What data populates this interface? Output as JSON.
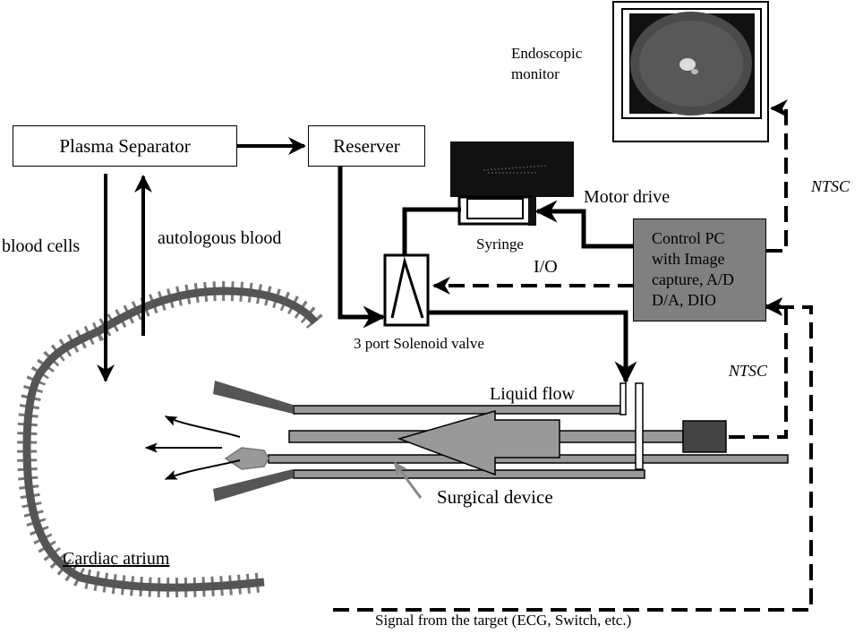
{
  "boxes": {
    "plasma_separator": "Plasma Separator",
    "reserver": "Reserver"
  },
  "control_pc": {
    "lines": [
      "Control PC",
      "with Image",
      "capture, A/D",
      "D/A, DIO"
    ]
  },
  "labels": {
    "endoscopic_monitor": [
      "Endoscopic",
      "monitor"
    ],
    "blood_cells": "blood cells",
    "autologous_blood": "autologous blood",
    "motor_drive": "Motor drive",
    "syringe": "Syringe",
    "io": "I/O",
    "ntsc_top": "NTSC",
    "ntsc_mid": "NTSC",
    "solenoid_valve": "3 port Solenoid valve",
    "liquid_flow": "Liquid flow",
    "surgical_device": "Surgical device",
    "cardiac_atrium": "Cardiac atrium",
    "signal_from_target": "Signal from the target (ECG, Switch, etc.)"
  },
  "colors": {
    "device_gray": "#999999",
    "atrium_wall": "#555555",
    "control_pc_fill": "#808080",
    "syringe_body": "#111111"
  }
}
